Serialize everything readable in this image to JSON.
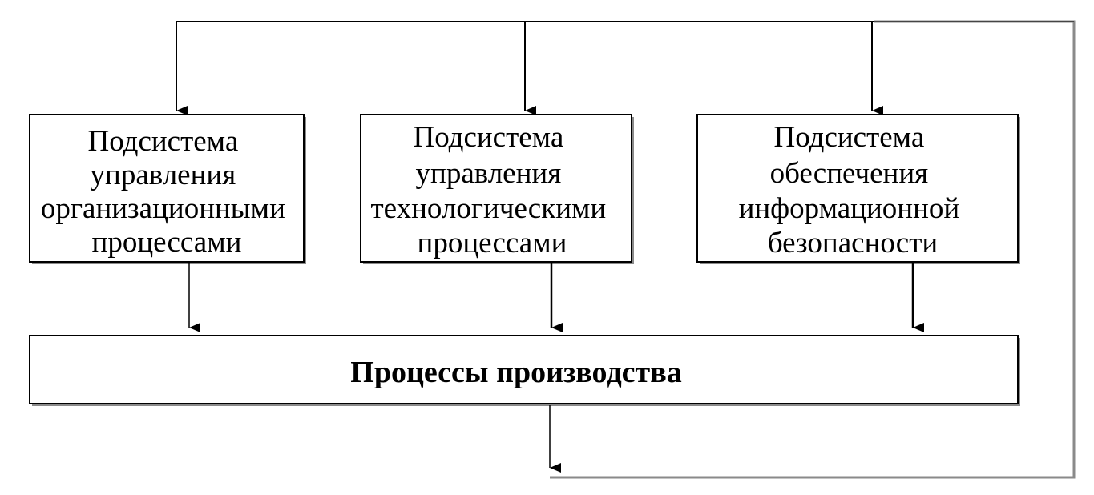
{
  "diagram": {
    "boxes": [
      {
        "lines": [
          "Подсистема",
          "управления",
          "организационными",
          "процессами"
        ]
      },
      {
        "lines": [
          "Подсистема",
          "управления",
          "технологическими",
          "процессами"
        ]
      },
      {
        "lines": [
          "Подсистема",
          "обеспечения",
          "информационной",
          "безопасности"
        ]
      }
    ],
    "main_box": {
      "label": "Процессы производства"
    }
  },
  "colors": {
    "line": "#000000",
    "box_fill": "#ffffff",
    "shadow": "#8a8a8a",
    "background": "#ffffff"
  }
}
